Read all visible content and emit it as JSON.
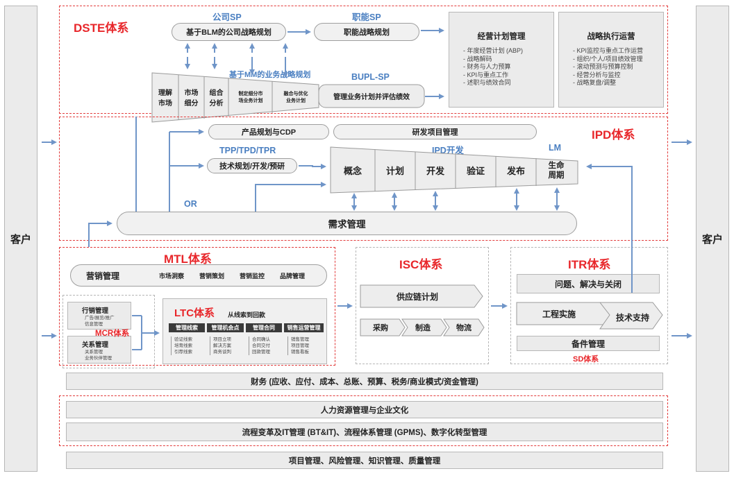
{
  "customer_left": "客户",
  "customer_right": "客户",
  "dste": {
    "title": "DSTE体系",
    "company_sp": "公司SP",
    "function_sp": "职能SP",
    "blm": "基于BLM的公司战略规划",
    "functional_plan": "职能战略规划",
    "mm_label": "基于MM的业务战略规划",
    "bupl": "BUPL-SP",
    "funnel": [
      "理解\n市场",
      "市场\n细分",
      "组合\n分析",
      "制定细分市\n场业务计划",
      "融合与优化\n业务计划"
    ],
    "manage_plan": "管理业务计划并评估绩效",
    "ops_title": "经营计划管理",
    "ops_items": [
      "年度经营计划 (ABP)",
      "战略解码",
      "财务与人力预算",
      "KPI与重点工作",
      "述职与绩效合同"
    ],
    "exec_title": "战略执行运营",
    "exec_items": [
      "KPI监控与重点工作运营",
      "组织/个人/项目绩效管理",
      "滚动预测与预算控制",
      "经营分析与监控",
      "战略复盘/调整"
    ]
  },
  "ipd": {
    "title": "IPD体系",
    "product_plan": "产品规划与CDP",
    "rd_pm": "研发项目管理",
    "tpp": "TPP/TPD/TPR",
    "tech_plan": "技术规划/开发/预研",
    "ipd_dev": "IPD开发",
    "lm": "LM",
    "phases": [
      "概念",
      "计划",
      "开发",
      "验证",
      "发布",
      "生命\n周期"
    ],
    "or": "OR",
    "demand": "需求管理"
  },
  "mtl": {
    "title": "MTL体系",
    "marketing": "营销管理",
    "items": [
      "市场洞察",
      "营销策划",
      "营销监控",
      "品牌管理"
    ]
  },
  "mcr": {
    "title": "MCR体系",
    "sales_title": "行销管理",
    "sales_items": [
      "广告/展览/推广",
      "信息管理"
    ],
    "rel_title": "关系管理",
    "rel_items": [
      "关系管理",
      "业务伙伴管理"
    ]
  },
  "ltc": {
    "title": "LTC体系",
    "subtitle": "从线索到回款",
    "cols": [
      {
        "head": "管理线索",
        "items": [
          "验证线索",
          "培育线索",
          "引荐线索"
        ]
      },
      {
        "head": "管理机会点",
        "items": [
          "项目立项",
          "解决方案",
          "商务谈判"
        ]
      },
      {
        "head": "管理合同",
        "items": [
          "合同确认",
          "合同交付",
          "回款管理"
        ]
      },
      {
        "head": "销售运营管理",
        "items": [
          "销售管理",
          "项目管理",
          "销售看板"
        ]
      }
    ]
  },
  "isc": {
    "title": "ISC体系",
    "plan": "供应链计划",
    "steps": [
      "采购",
      "制造",
      "物流"
    ]
  },
  "itr": {
    "title": "ITR体系",
    "issue": "问题、解决与关闭",
    "eng": "工程实施",
    "tech": "技术支持",
    "parts": "备件管理",
    "sd": "SD体系"
  },
  "finance": "财务 (应收、应付、成本、总账、预算、税务/商业模式/资金管理)",
  "hr": "人力资源管理与企业文化",
  "bt": "流程变革及IT管理 (BT&IT)、流程体系管理 (GPMS)、数字化转型管理",
  "pm": "项目管理、风险管理、知识管理、质量管理"
}
